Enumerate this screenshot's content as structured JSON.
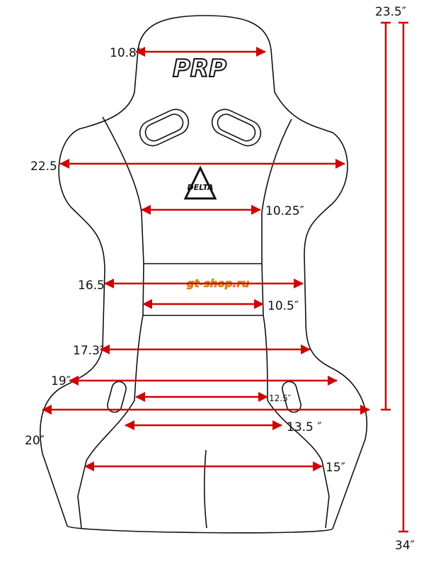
{
  "title": "Seat dimensions diagram",
  "logos": {
    "prp": "PRP",
    "delta": "DELTA",
    "shop": "gt-shop.ru"
  },
  "colors": {
    "dimension": "#d00000",
    "outline": "#111111",
    "shop_logo": "#f08a00"
  },
  "dimensions": {
    "head_width": "10.8″",
    "shoulder_width": "22.5",
    "upper_back_inner": "10.25″",
    "waist_width": "16.5",
    "lumbar_inner": "10.5″",
    "hip_upper_width": "17.3″",
    "hip_width": "19″",
    "seat_inner": "12.5″",
    "base_width": "20″",
    "seat_front_inner": "13.5 ″",
    "thigh_width": "15″",
    "back_height": "23.5″",
    "total_height": "34″"
  }
}
